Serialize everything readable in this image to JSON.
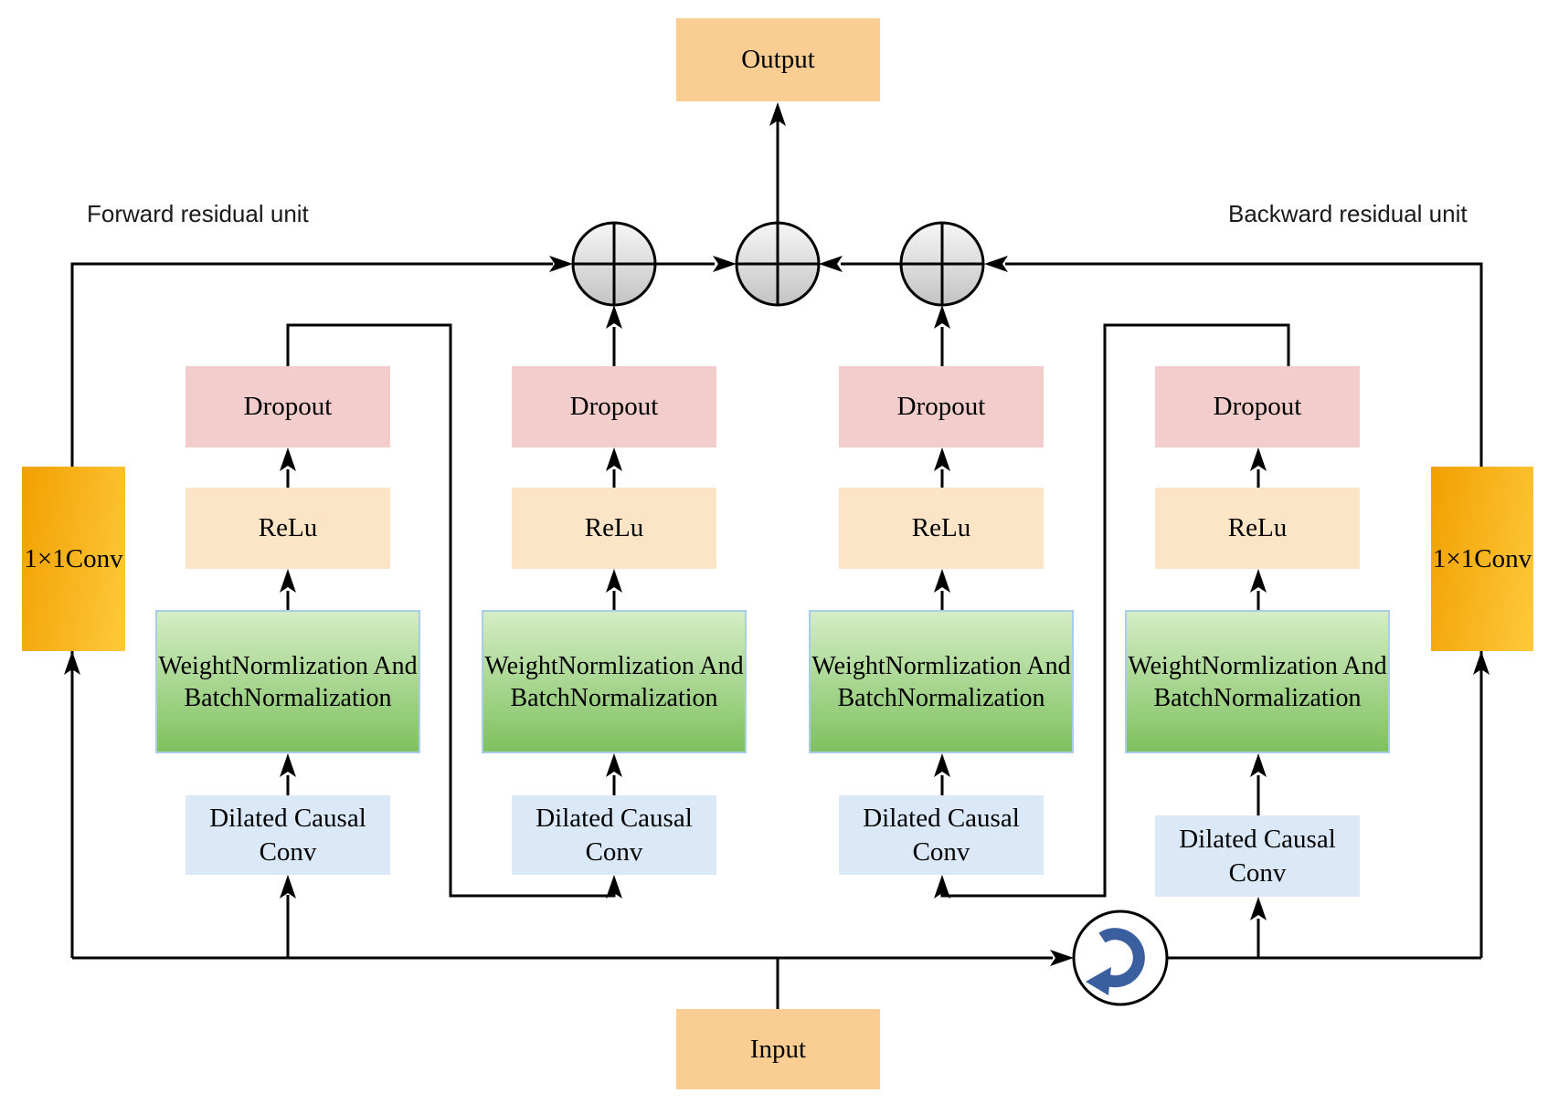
{
  "diagram": {
    "region_labels": {
      "forward": "Forward residual unit",
      "backward": "Backward residual unit"
    },
    "terminals": {
      "output": "Output",
      "input": "Input"
    },
    "side_convs": {
      "left": "1×1Conv",
      "right": "1×1Conv"
    },
    "columns": [
      {
        "dropout": "Dropout",
        "relu": "ReLu",
        "weightnorm_line1": "WeightNormlization And",
        "weightnorm_line2": "BatchNormalization",
        "dilated": "Dilated Causal Conv"
      },
      {
        "dropout": "Dropout",
        "relu": "ReLu",
        "weightnorm_line1": "WeightNormlization And",
        "weightnorm_line2": "BatchNormalization",
        "dilated": "Dilated Causal Conv"
      },
      {
        "dropout": "Dropout",
        "relu": "ReLu",
        "weightnorm_line1": "WeightNormlization And",
        "weightnorm_line2": "BatchNormalization",
        "dilated": "Dilated Causal Conv"
      },
      {
        "dropout": "Dropout",
        "relu": "ReLu",
        "weightnorm_line1": "WeightNormlization And",
        "weightnorm_line2": "BatchNormalization",
        "dilated": "Dilated Causal Conv"
      }
    ],
    "icons": {
      "sum_node": "plus-in-circle",
      "flip_node": "reverse-arrow-in-circle"
    },
    "colors": {
      "terminal_fill": "#FACD92",
      "dropout_fill": "#F2CDCC",
      "relu_fill": "#FCE5C7",
      "weightnorm_top": "#D4EDC6",
      "weightnorm_bottom": "#7FC15F",
      "weightnorm_border": "#A9CCE9",
      "dilated_fill": "#DAE8F8",
      "conv_gradient_start": "#F0A000",
      "conv_gradient_end": "#FFC93B",
      "flip_arrow_blue": "#3A5F9E",
      "line": "#000000"
    }
  }
}
